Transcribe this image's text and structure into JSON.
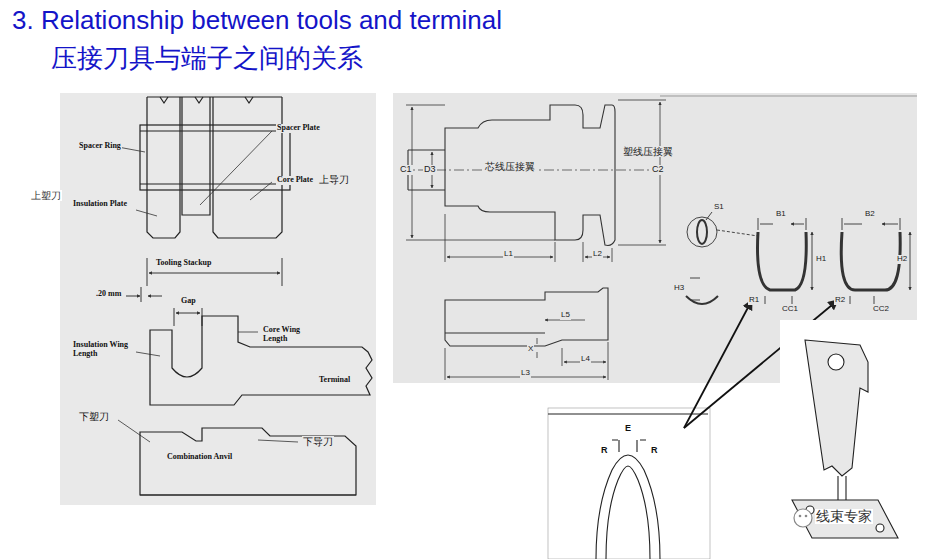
{
  "diagram": {
    "title": "3. Relationship between tools and terminal",
    "labels": [
      "压接刀具与端子之间的关系",
      "Spacer Ring",
      "Spacer Plate",
      "Core Plate",
      "上导刀",
      "上塑刀",
      "Insulation Plate",
      "Tooling Stackup",
      ".20 mm",
      "Gap",
      "Core Wing Length",
      "Insulation Wing Length",
      "Terminal",
      "下塑刀",
      "下导刀",
      "Combination Anvil",
      "塑线压接翼",
      "芯线压接翼",
      "C1",
      "D3",
      "C2",
      "L1",
      "L2",
      "L5",
      "X",
      "L4",
      "L3",
      "S1",
      "B1",
      "H1",
      "H3",
      "R1",
      "CC1",
      "B2",
      "H2",
      "R2",
      "CC2",
      "E",
      "R",
      "R",
      "线束专家"
    ]
  }
}
